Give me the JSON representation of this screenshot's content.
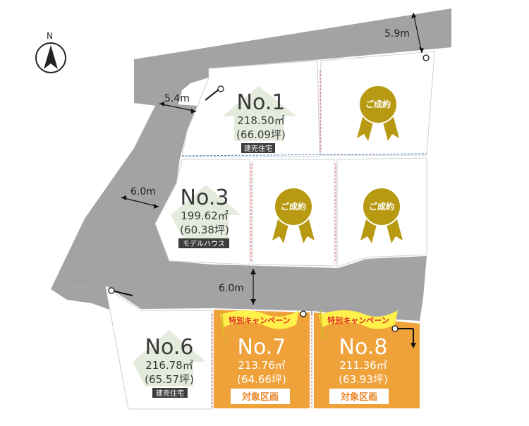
{
  "compass": {
    "label": "N",
    "icon": "north-arrow-icon"
  },
  "roads": {
    "top_right_width": "5.9m",
    "upper_left_width": "5.4m",
    "left_width": "6.0m",
    "middle_width": "6.0m"
  },
  "lots": {
    "no1": {
      "number": "No.1",
      "area_m2": "218.50㎡",
      "area_tsubo": "(66.09坪)",
      "tag": "建売住宅"
    },
    "no3": {
      "number": "No.3",
      "area_m2": "199.62㎡",
      "area_tsubo": "(60.38坪)",
      "tag": "モデルハウス"
    },
    "no6": {
      "number": "No.6",
      "area_m2": "216.78㎡",
      "area_tsubo": "(65.57坪)",
      "tag": "建売住宅"
    },
    "no7": {
      "number": "No.7",
      "area_m2": "213.76㎡",
      "area_tsubo": "(64.66坪)",
      "campaign": "特別キャンペーン",
      "target": "対象区画"
    },
    "no8": {
      "number": "No.8",
      "area_m2": "211.36㎡",
      "area_tsubo": "(63.93坪)",
      "campaign": "特別キャンペーン",
      "target": "対象区画"
    }
  },
  "sold_label": "ご成約",
  "colors": {
    "road": "#a3a3a3",
    "campaign_lot": "#f0a23a",
    "sold_ribbon": "#b89a12",
    "campaign_flag": "#fff14a",
    "house_arrow": "#e4ebdd",
    "tag_bg": "#3d3d3d"
  }
}
